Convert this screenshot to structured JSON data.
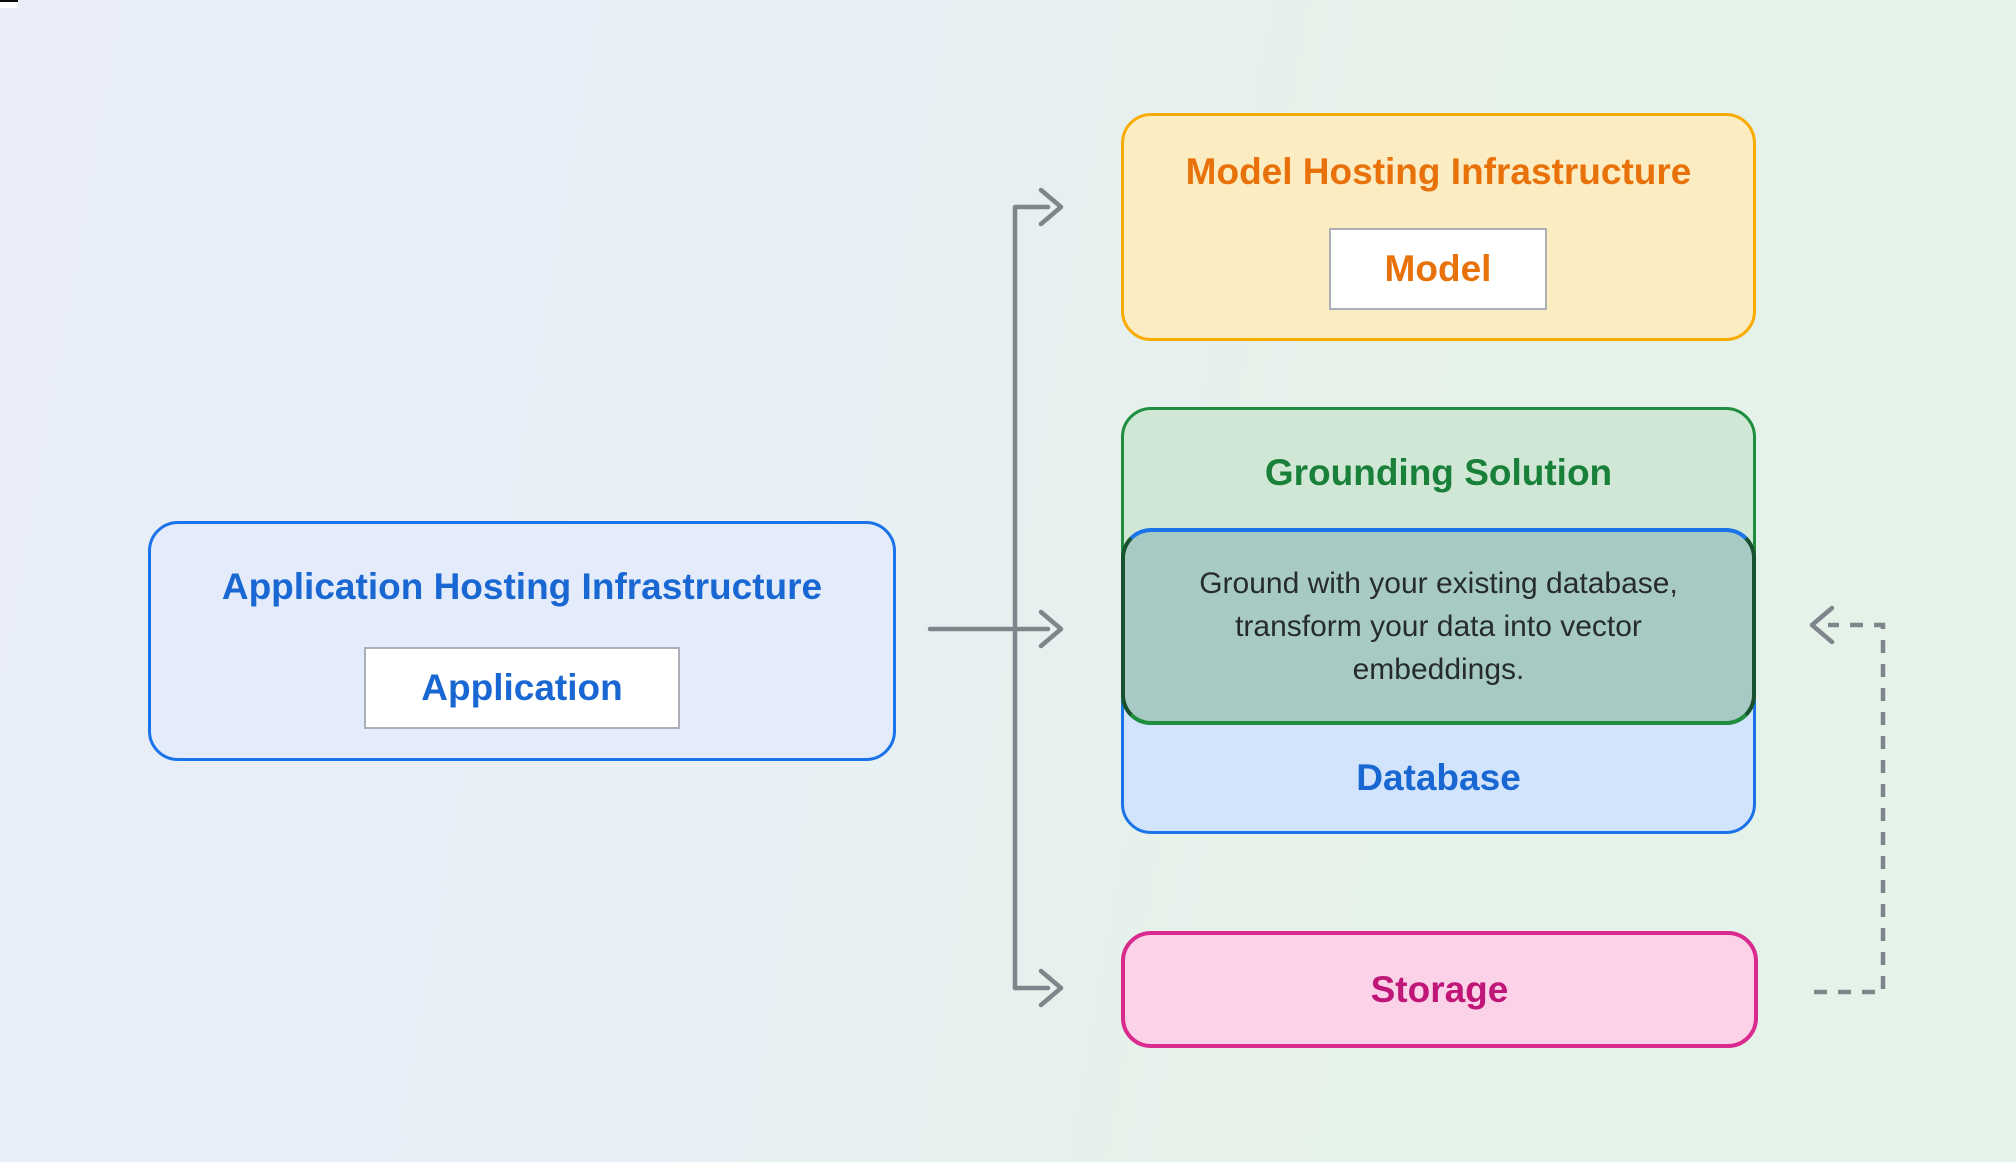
{
  "diagram": {
    "app_box": {
      "title": "Application Hosting Infrastructure",
      "chip": "Application"
    },
    "model_box": {
      "title": "Model Hosting Infrastructure",
      "chip": "Model"
    },
    "grounding_box": {
      "title": "Grounding Solution",
      "description": "Ground with your existing database, transform your data into vector embeddings."
    },
    "database_box": {
      "label": "Database"
    },
    "storage_box": {
      "label": "Storage"
    },
    "colors": {
      "background_left": "#e8edf8",
      "background_right": "#e5f3e9",
      "blue_border": "#1a73e8",
      "blue_text": "#1967d2",
      "blue_fill_light": "#d2e3fc",
      "yellow_border": "#f9ab00",
      "yellow_fill": "#fbecc1",
      "orange_text": "#e8710a",
      "green_border": "#1e8e3e",
      "green_fill": "#d0e7d5",
      "green_text": "#188038",
      "overlap_fill": "#a8cac5",
      "pink_border": "#d92a8d",
      "pink_fill": "#fbd2e8",
      "pink_text": "#bf1677",
      "arrow_gray": "#7f868b"
    }
  }
}
